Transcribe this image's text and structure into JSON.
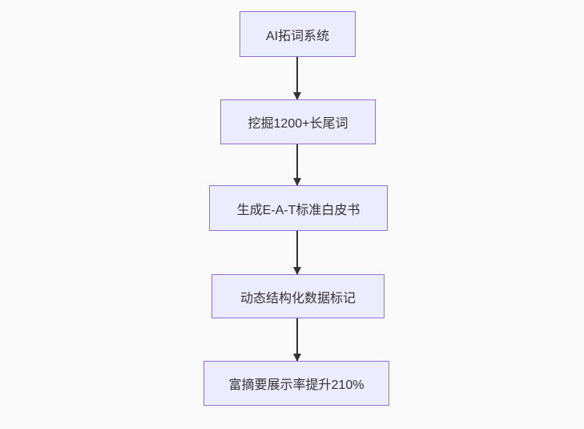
{
  "page": {
    "background_color": "#fafafa"
  },
  "chart_data": {
    "type": "flowchart",
    "direction": "top-down",
    "node_fill_color": "#ececff",
    "node_border_color": "#9370db",
    "node_text_color": "#333333",
    "arrow_color": "#333333",
    "nodes": [
      {
        "label": "AI拓词系统"
      },
      {
        "label": "挖掘1200+长尾词"
      },
      {
        "label": "生成E-A-T标准白皮书"
      },
      {
        "label": "动态结构化数据标记"
      },
      {
        "label": "富摘要展示率提升210%"
      }
    ],
    "edges": [
      {
        "from": "AI拓词系统",
        "to": "挖掘1200+长尾词"
      },
      {
        "from": "挖掘1200+长尾词",
        "to": "生成E-A-T标准白皮书"
      },
      {
        "from": "生成E-A-T标准白皮书",
        "to": "动态结构化数据标记"
      },
      {
        "from": "动态结构化数据标记",
        "to": "富摘要展示率提升210%"
      }
    ]
  }
}
